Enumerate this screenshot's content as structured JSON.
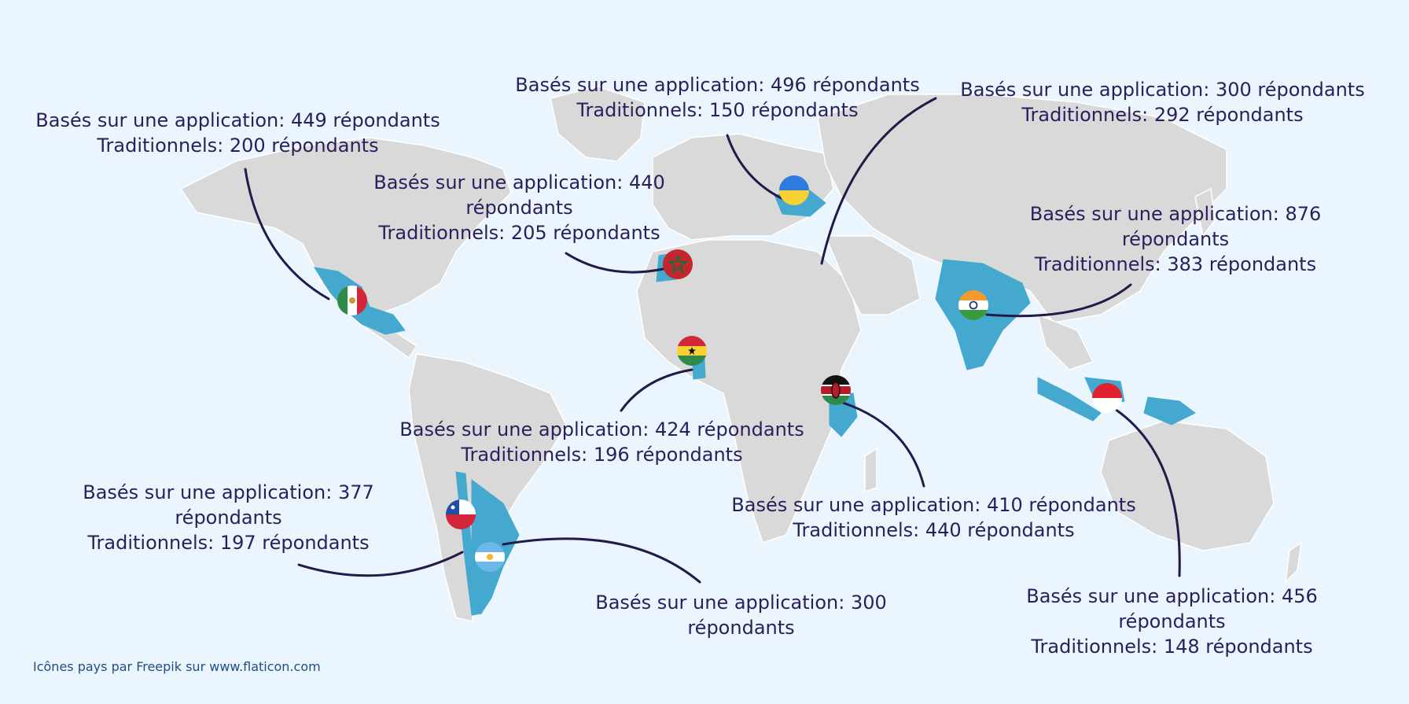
{
  "credit": "Icônes pays par Freepik sur www.flaticon.com",
  "colors": {
    "background": "#eaf5fd",
    "land": "#d9d9d9",
    "highlight": "#45a9cf",
    "connector": "#231a4a",
    "text": "#2a1f5c",
    "credit": "#1e4e86"
  },
  "countries": [
    {
      "flag": "mexico-flag-icon",
      "app": "Basés sur une application: 449 répondants",
      "trad": "Traditionnels: 200 répondants"
    },
    {
      "flag": "morocco-flag-icon",
      "app": "Basés sur une application: 440 répondants",
      "trad": "Traditionnels: 205 répondants"
    },
    {
      "flag": "ukraine-flag-icon",
      "app": "Basés sur une application: 496 répondants",
      "trad": "Traditionnels: 150 répondants"
    },
    {
      "flag": "egypt-pointer",
      "app": "Basés sur une application: 300 répondants",
      "trad": "Traditionnels: 292 répondants"
    },
    {
      "flag": "india-flag-icon",
      "app": "Basés sur une application: 876 répondants",
      "trad": "Traditionnels: 383 répondants"
    },
    {
      "flag": "ghana-flag-icon",
      "app": "Basés sur une application: 424 répondants",
      "trad": "Traditionnels: 196 répondants"
    },
    {
      "flag": "chile-flag-icon",
      "app": "Basés sur une application: 377 répondants",
      "trad": "Traditionnels: 197 répondants"
    },
    {
      "flag": "argentina-flag-icon",
      "app": "Basés sur une application: 300 répondants",
      "trad": ""
    },
    {
      "flag": "kenya-flag-icon",
      "app": "Basés sur une application: 410 répondants",
      "trad": "Traditionnels: 440 répondants"
    },
    {
      "flag": "indonesia-flag-icon",
      "app": "Basés sur une application: 456 répondants",
      "trad": "Traditionnels: 148 répondants"
    }
  ]
}
